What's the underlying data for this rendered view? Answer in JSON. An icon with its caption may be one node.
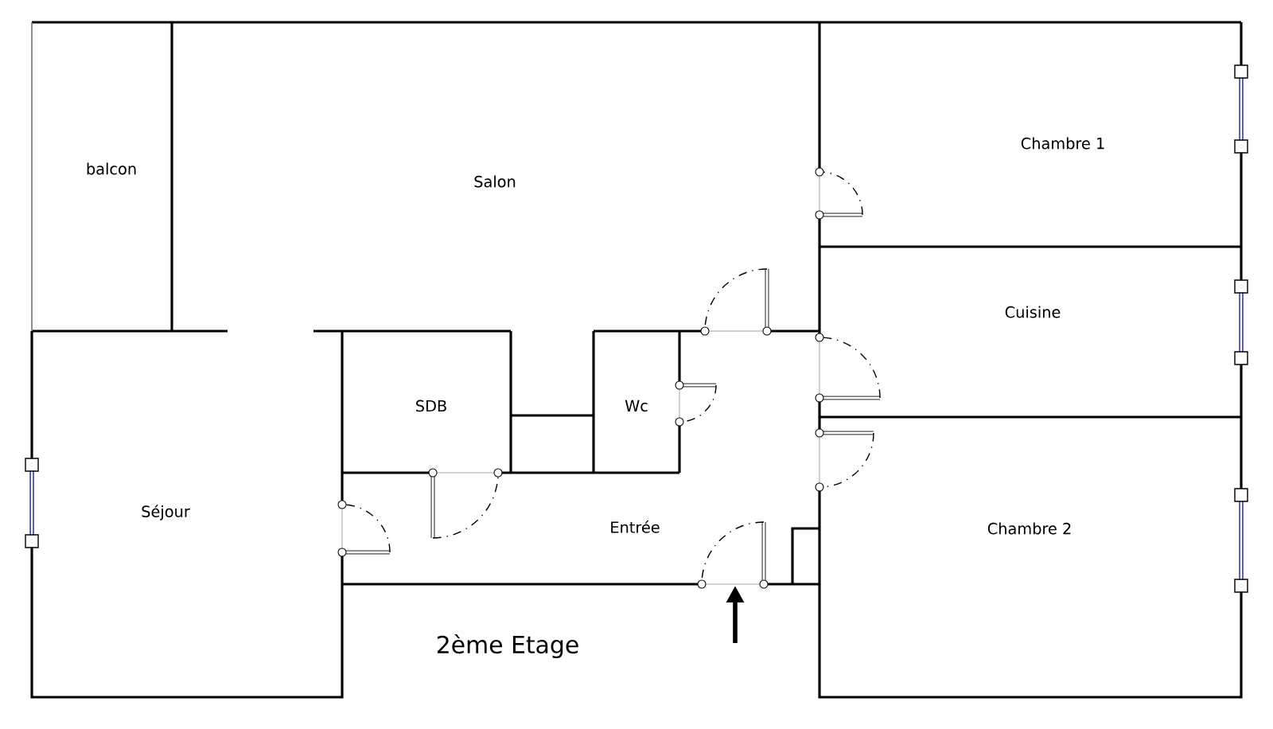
{
  "diagram": {
    "labels": [
      "balcon",
      "Salon",
      "Chambre 1",
      "Cuisine",
      "SDB",
      "Wc",
      "Séjour",
      "Entrée",
      "Chambre 2",
      "2ème Etage"
    ]
  }
}
